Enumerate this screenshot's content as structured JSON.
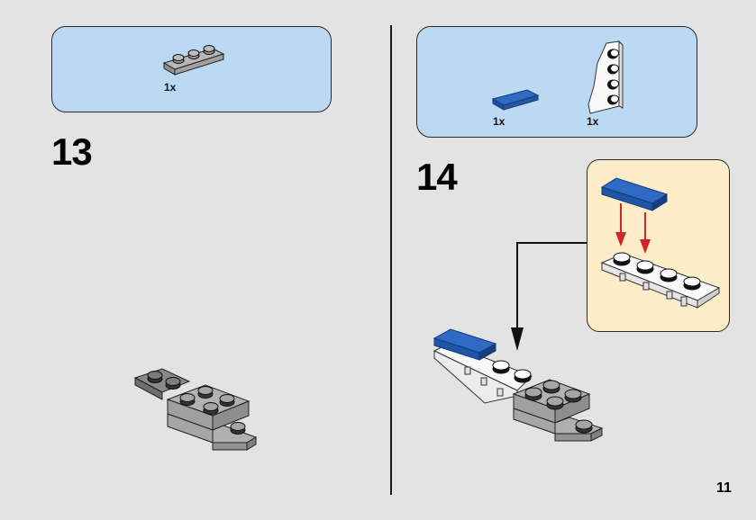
{
  "page": {
    "number": "11",
    "background": "#e3e3e3"
  },
  "steps": [
    {
      "number": "13",
      "parts": [
        {
          "quantity": "1x",
          "part": "plate-1x3-light-gray"
        }
      ],
      "parts_box_color": "#bcd9f3"
    },
    {
      "number": "14",
      "parts": [
        {
          "quantity": "1x",
          "part": "tile-1x2-blue"
        },
        {
          "quantity": "1x",
          "part": "wedge-plate-white"
        }
      ],
      "parts_box_color": "#bcd9f3",
      "sub_assembly_box_color": "#fdecc8"
    }
  ],
  "colors": {
    "blue_brick": "#2a62b8",
    "gray_brick": "#a4a4a4",
    "white_brick": "#f7f7f7",
    "arrow_red": "#d2232a",
    "outline": "#1a1a1a"
  }
}
